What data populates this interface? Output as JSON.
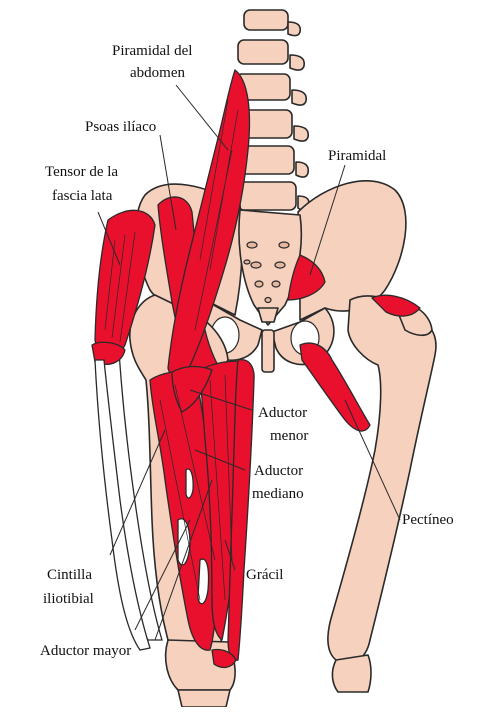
{
  "colors": {
    "bone": "#f6d1bd",
    "muscle": "#e8102c",
    "outline": "#2a2a2a"
  },
  "labels": {
    "piramidal_abdomen_1": "Piramidal del",
    "piramidal_abdomen_2": "abdomen",
    "psoas": "Psoas ilíaco",
    "tensor_1": "Tensor de la",
    "tensor_2": "fascia lata",
    "piramidal": "Piramidal",
    "aductor_menor_1": "Aductor",
    "aductor_menor_2": "menor",
    "aductor_mediano_1": "Aductor",
    "aductor_mediano_2": "mediano",
    "pectineo": "Pectíneo",
    "cintilla_1": "Cintilla",
    "cintilla_2": "iliotibial",
    "gracil": "Grácil",
    "aductor_mayor": "Aductor mayor"
  }
}
